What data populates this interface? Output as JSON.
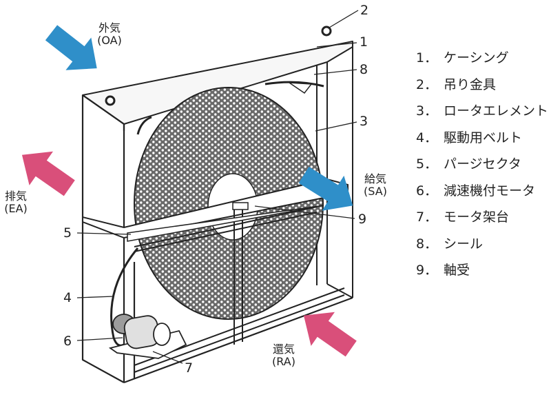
{
  "airflows": {
    "oa": {
      "name": "外気",
      "code": "(OA)",
      "color": "#2f8fc9"
    },
    "ea": {
      "name": "排気",
      "code": "(EA)",
      "color": "#d94f7a"
    },
    "sa": {
      "name": "給気",
      "code": "(SA)",
      "color": "#2f8fc9"
    },
    "ra": {
      "name": "還気",
      "code": "(RA)",
      "color": "#d94f7a"
    }
  },
  "callouts": [
    "1",
    "2",
    "3",
    "4",
    "5",
    "6",
    "7",
    "8",
    "9"
  ],
  "legend": [
    {
      "num": "1．",
      "label": "ケーシング"
    },
    {
      "num": "2．",
      "label": "吊り金具"
    },
    {
      "num": "3．",
      "label": "ロータエレメント"
    },
    {
      "num": "4．",
      "label": "駆動用ベルト"
    },
    {
      "num": "5．",
      "label": "パージセクタ"
    },
    {
      "num": "6．",
      "label": "減速機付モータ"
    },
    {
      "num": "7．",
      "label": "モータ架台"
    },
    {
      "num": "8．",
      "label": "シール"
    },
    {
      "num": "9．",
      "label": "軸受"
    }
  ]
}
